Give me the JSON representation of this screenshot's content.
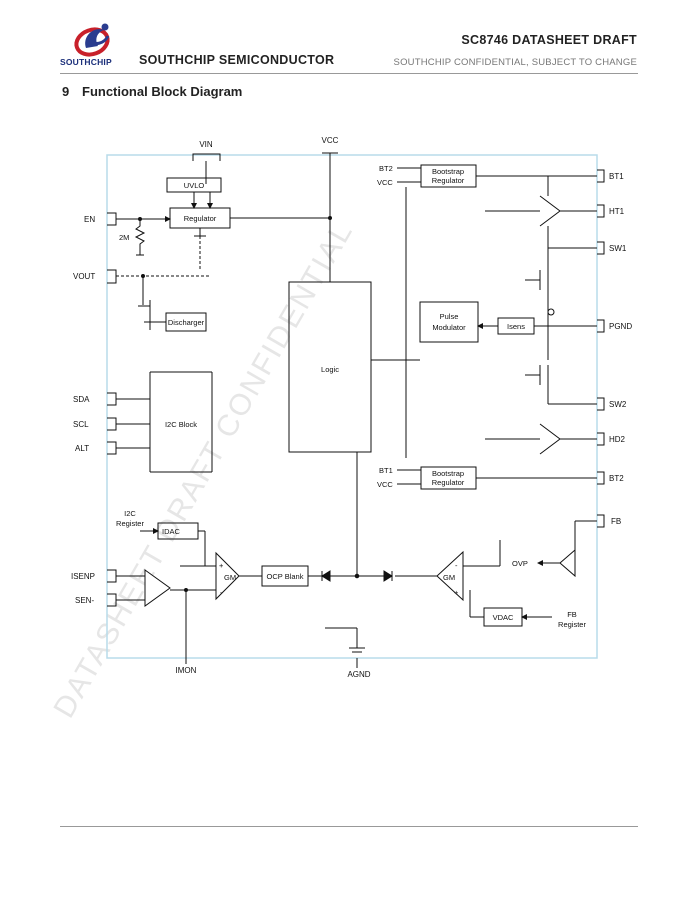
{
  "header": {
    "logo_text": "SOUTHCHIP",
    "company": "SOUTHCHIP SEMICONDUCTOR",
    "doc_title": "SC8746 DATASHEET DRAFT",
    "confidential": "SOUTHCHIP CONFIDENTIAL, SUBJECT TO CHANGE"
  },
  "section": {
    "number": "9",
    "title": "Functional Block Diagram"
  },
  "diagram": {
    "watermark": "DATASHEET DRAFT CONFIDENTIAL",
    "pins": {
      "vin": "VIN",
      "vcc_top": "VCC",
      "en": "EN",
      "vout": "VOUT",
      "sda": "SDA",
      "scl": "SCL",
      "alt": "ALT",
      "isenp": "ISENP",
      "isenn": "SEN-",
      "imon": "IMON",
      "agnd": "AGND",
      "bt1": "BT1",
      "ht1": "HT1",
      "sw1": "SW1",
      "pgnd": "PGND",
      "sw2": "SW2",
      "ht2": "HD2",
      "bt2": "BT2",
      "fb": "FB"
    },
    "blocks": {
      "uvlo": "UVLO",
      "regulator": "Regulator",
      "discharger": "Discharger",
      "i2c_block": "I2C Block",
      "logic": "Logic",
      "boot_reg_top_1": "Bootstrap",
      "boot_reg_top_2": "Regulator",
      "pulse_mod_1": "Pulse",
      "pulse_mod_2": "Modulator",
      "isens": "Isens",
      "boot_reg_bot_1": "Bootstrap",
      "boot_reg_bot_2": "Regulator",
      "idac": "IDAC",
      "ocp_blank": "OCP Blank",
      "vdac": "VDAC"
    },
    "labels": {
      "res_2m": "2M",
      "bt2_in": "BT2",
      "vcc_in_top": "VCC",
      "bt1_in": "BT1",
      "vcc_in_bot": "VCC",
      "i2c_reg_1": "I2C",
      "i2c_reg_2": "Register",
      "fb_reg_1": "FB",
      "fb_reg_2": "Register",
      "ovp": "OVP",
      "gm_left": "GM",
      "gm_right": "GM",
      "plus": "+",
      "minus": "-"
    }
  }
}
